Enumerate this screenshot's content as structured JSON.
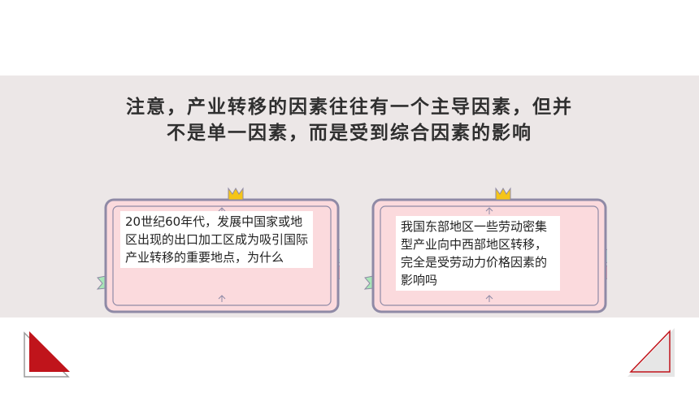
{
  "slide": {
    "title_line1": "注意，产业转移的因素往往有一个主导因素，但并",
    "title_line2": "不是单一因素，而是受到综合因素的影响"
  },
  "cards": [
    {
      "text": "20世纪60年代，发展中国家或地区出现的出口加工区成为吸引国际产业转移的重要地点，为什么"
    },
    {
      "text": "我国东部地区一些劳动密集型产业向中西部地区转移，完全是受劳动力价格因素的影响吗"
    }
  ],
  "colors": {
    "band": "#ece7e7",
    "card_fill": "#fbdadd",
    "card_border": "#8f8aa6",
    "crown": "#f5c518",
    "ribbon_green": "#a8e6b8",
    "ribbon_teal": "#bdece3",
    "ribbon_pink": "#f1a7b3",
    "accent_red": "#c0141b"
  },
  "icons": [
    "crown-icon",
    "arrow-marker-icon",
    "ribbon-icon",
    "corner-triangle-icon"
  ]
}
